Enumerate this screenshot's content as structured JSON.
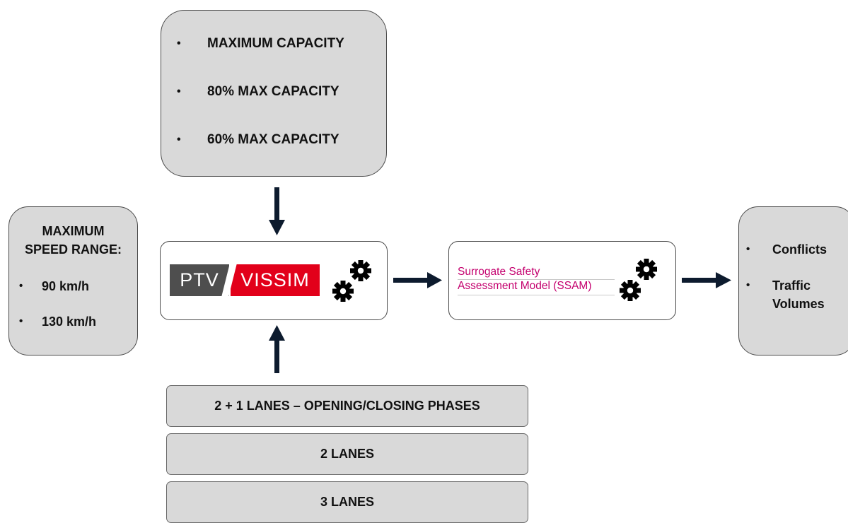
{
  "capacity": {
    "items": [
      "MAXIMUM CAPACITY",
      "80% MAX CAPACITY",
      "60% MAX CAPACITY"
    ]
  },
  "speed": {
    "title_line1": "MAXIMUM",
    "title_line2": "SPEED RANGE:",
    "items": [
      "90 km/h",
      "130 km/h"
    ]
  },
  "simulator": {
    "logo_left": "PTV",
    "logo_right": "VISSIM",
    "icon": "gears-icon"
  },
  "safety_model": {
    "line1": "Surrogate Safety",
    "line2": "Assessment Model (SSAM)",
    "icon": "gears-icon"
  },
  "output": {
    "items": [
      "Conflicts",
      "Traffic Volumes"
    ]
  },
  "lanes": [
    "2 + 1 LANES – OPENING/CLOSING PHASES",
    "2 LANES",
    "3 LANES"
  ],
  "bullet_glyph": "•",
  "colors": {
    "box_fill": "#d9d9d9",
    "ptv_gray": "#4e4e4e",
    "vissim_red": "#e2001a",
    "ssam_magenta": "#c4006e",
    "arrow": "#0d1b2e"
  }
}
